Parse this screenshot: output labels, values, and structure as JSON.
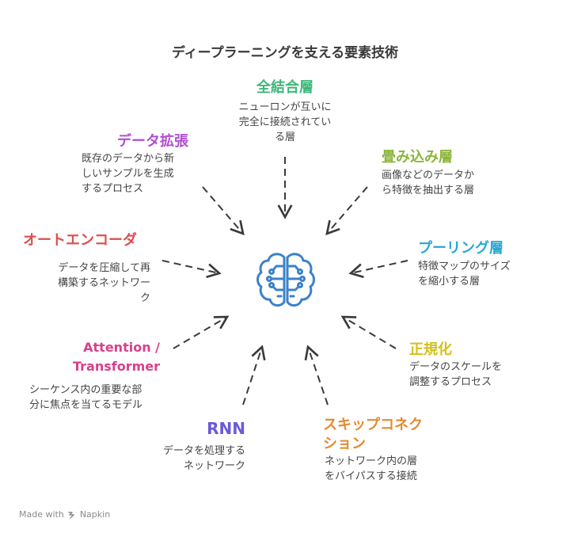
{
  "title": "ディープラーニングを支える要素技術",
  "colors": {
    "fully_connected": "#3cb878",
    "conv": "#8cb43c",
    "pooling": "#28a8d4",
    "regularization": "#d4c01c",
    "skip": "#e58a2e",
    "rnn": "#6a5ad8",
    "attention": "#d8408c",
    "autoencoder": "#e04c4c",
    "augmentation": "#b04ed0",
    "brain": "#3c82c8",
    "arrow": "#3a3a3a"
  },
  "nodes": {
    "fully_connected": {
      "label": "全結合層",
      "desc": [
        "ニューロンが互いに",
        "完全に接続されてい",
        "る層"
      ]
    },
    "conv": {
      "label": "畳み込み層",
      "desc": [
        "画像などのデータか",
        "ら特徴を抽出する層"
      ]
    },
    "pooling": {
      "label": "プーリング層",
      "desc": [
        "特徴マップのサイズ",
        "を縮小する層"
      ]
    },
    "regularization": {
      "label": "正規化",
      "desc": [
        "データのスケールを",
        "調整するプロセス"
      ]
    },
    "skip": {
      "label": [
        "スキップコネク",
        "ション"
      ],
      "desc": [
        "ネットワーク内の層",
        "をバイパスする接続"
      ]
    },
    "rnn": {
      "label": "RNN",
      "desc": [
        "データを処理する",
        "ネットワーク"
      ]
    },
    "attention": {
      "label": [
        "Attention /",
        "Transformer"
      ],
      "desc": [
        "シーケンス内の重要な部",
        "分に焦点を当てるモデル"
      ]
    },
    "autoencoder": {
      "label": "オートエンコーダ",
      "desc": [
        "データを圧縮して再",
        "構築するネットワー",
        "ク"
      ]
    },
    "augmentation": {
      "label": "データ拡張",
      "desc": [
        "既存のデータから新",
        "しいサンプルを生成",
        "するプロセス"
      ]
    }
  },
  "icons": {
    "center": "brain-circuit-icon",
    "footer_logo": "napkin-logo-icon"
  },
  "footer": {
    "made_with": "Made with",
    "brand": "Napkin"
  }
}
